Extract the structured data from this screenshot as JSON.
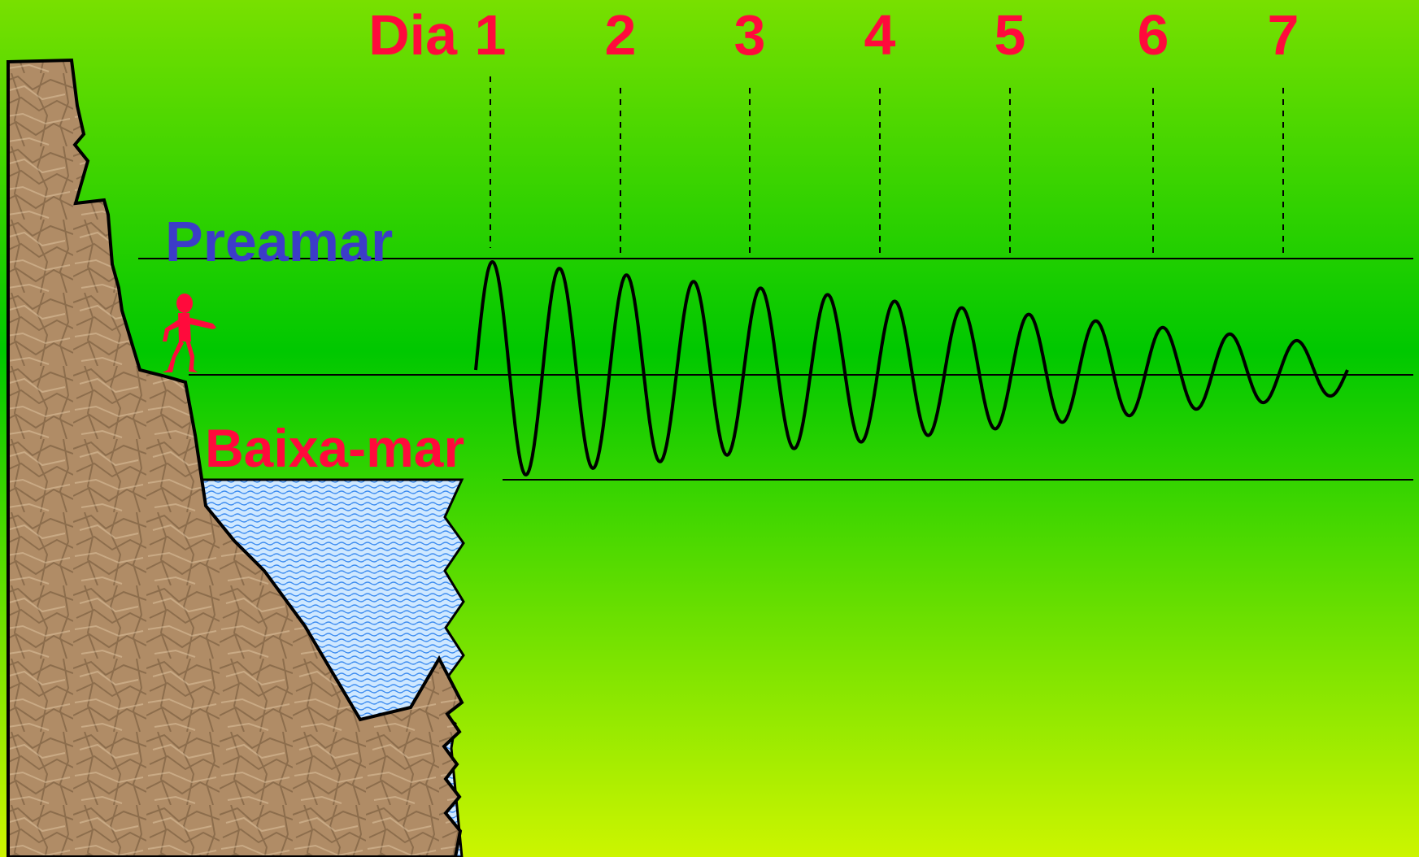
{
  "labels": {
    "day_prefix": "Dia",
    "days": [
      "1",
      "2",
      "3",
      "4",
      "5",
      "6",
      "7"
    ],
    "high_tide": "Preamar",
    "low_tide": "Baixa-mar"
  },
  "colors": {
    "background_top": "#78e000",
    "background_mid": "#00c800",
    "background_bottom": "#ccf500",
    "day_label": "#ff0a3c",
    "high_tide_label": "#3c3cc8",
    "low_tide_label": "#ff0a3c",
    "figure": "#ff0a3c",
    "rock": "#b08c66",
    "water": "#cfe8ff",
    "water_wave": "#3c8cf0",
    "line": "#000000"
  },
  "icons": {
    "figure": "person-pointing-icon"
  },
  "tide_wave": {
    "oscillations": 13,
    "trend": "amplitude decreases from day 1 to day 7"
  }
}
